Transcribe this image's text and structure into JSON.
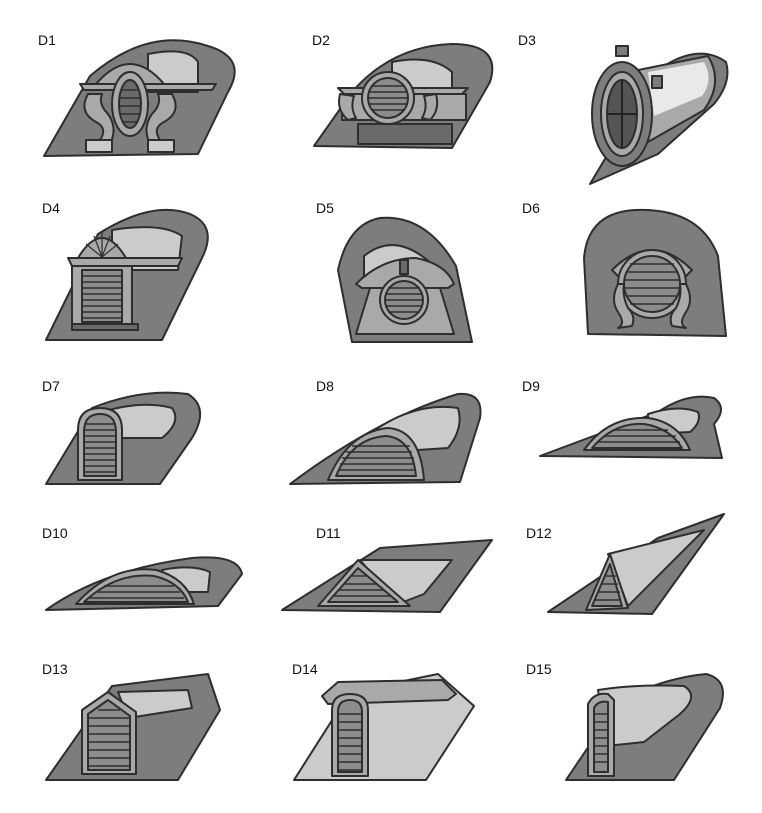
{
  "labels": [
    "D1",
    "D2",
    "D3",
    "D4",
    "D5",
    "D6",
    "D7",
    "D8",
    "D9",
    "D10",
    "D11",
    "D12",
    "D13",
    "D14",
    "D15"
  ],
  "colors": {
    "roof": "#7d7d7d",
    "light": "#cbcbcb",
    "mid": "#a9a9a9",
    "outline": "#2e2e2e"
  }
}
